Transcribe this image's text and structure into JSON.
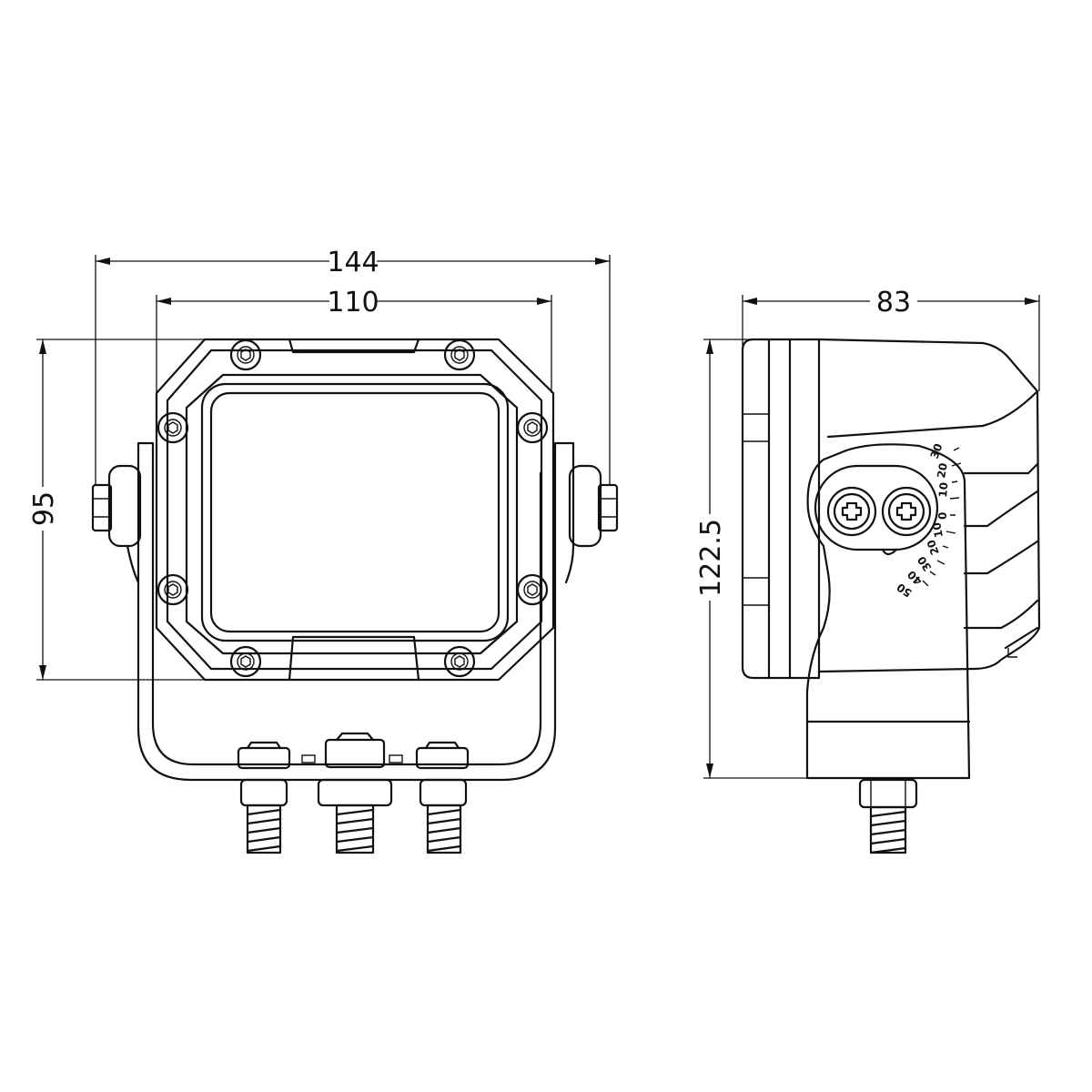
{
  "dimensions": {
    "overall_width": "144",
    "housing_width": "110",
    "housing_height": "95",
    "total_height": "122.5",
    "depth": "83"
  },
  "angle_scale": {
    "upper": [
      "30",
      "20",
      "10"
    ],
    "zero": "0",
    "lower": [
      "10",
      "20",
      "30",
      "40",
      "50"
    ]
  }
}
